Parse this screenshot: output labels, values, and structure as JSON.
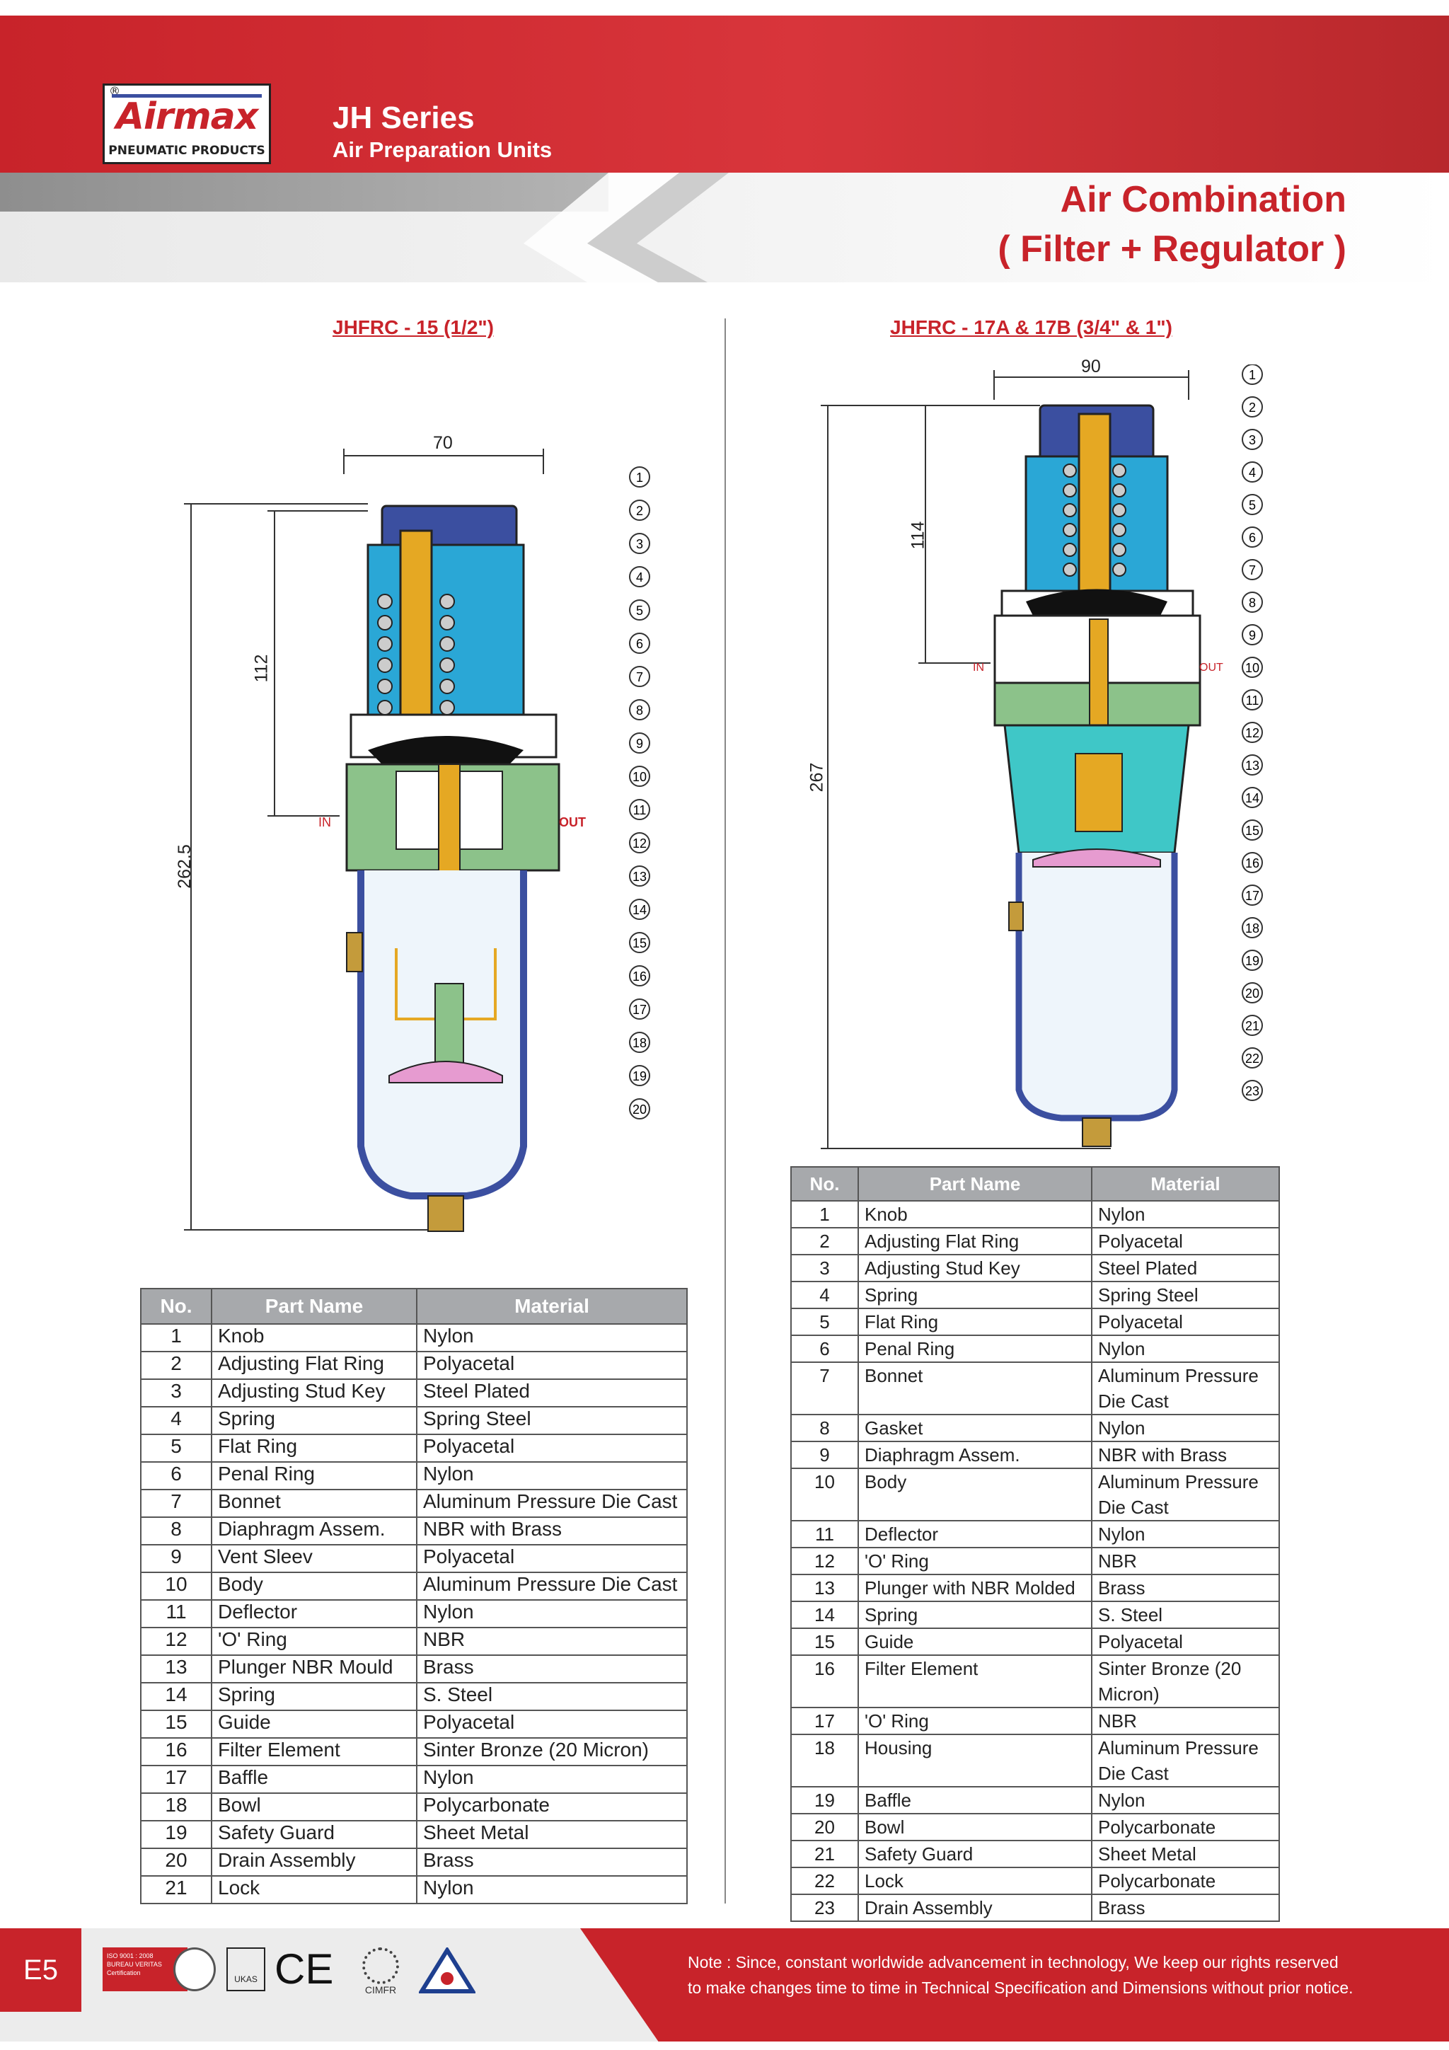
{
  "header": {
    "brand": "Airmax",
    "brand_sub": "PNEUMATIC PRODUCTS",
    "reg_mark": "®",
    "series": "JH Series",
    "series_sub": "Air Preparation Units",
    "title_line1": "Air Combination",
    "title_line2": "( Filter + Regulator )"
  },
  "left": {
    "model": "JHFRC - 15 (1/2\")",
    "dims": {
      "width": "70",
      "inner_height": "112",
      "total_height": "262.5"
    },
    "ports": {
      "in": "IN",
      "out": "OUT"
    },
    "columns": [
      "No.",
      "Part Name",
      "Material"
    ],
    "rows": [
      [
        "1",
        "Knob",
        "Nylon"
      ],
      [
        "2",
        "Adjusting Flat Ring",
        "Polyacetal"
      ],
      [
        "3",
        "Adjusting Stud Key",
        "Steel Plated"
      ],
      [
        "4",
        "Spring",
        "Spring Steel"
      ],
      [
        "5",
        "Flat Ring",
        "Polyacetal"
      ],
      [
        "6",
        "Penal Ring",
        "Nylon"
      ],
      [
        "7",
        "Bonnet",
        "Aluminum Pressure Die Cast"
      ],
      [
        "8",
        "Diaphragm Assem.",
        "NBR with Brass"
      ],
      [
        "9",
        "Vent Sleev",
        "Polyacetal"
      ],
      [
        "10",
        "Body",
        "Aluminum Pressure Die Cast"
      ],
      [
        "11",
        "Deflector",
        "Nylon"
      ],
      [
        "12",
        "'O' Ring",
        "NBR"
      ],
      [
        "13",
        "Plunger NBR Mould",
        "Brass"
      ],
      [
        "14",
        "Spring",
        "S. Steel"
      ],
      [
        "15",
        "Guide",
        "Polyacetal"
      ],
      [
        "16",
        "Filter Element",
        "Sinter Bronze (20 Micron)"
      ],
      [
        "17",
        "Baffle",
        "Nylon"
      ],
      [
        "18",
        "Bowl",
        "Polycarbonate"
      ],
      [
        "19",
        "Safety Guard",
        "Sheet Metal"
      ],
      [
        "20",
        "Drain Assembly",
        "Brass"
      ],
      [
        "21",
        "Lock",
        "Nylon"
      ]
    ]
  },
  "right": {
    "model": "JHFRC - 17A & 17B (3/4\" & 1\")",
    "dims": {
      "width": "90",
      "inner_height": "114",
      "total_height": "267"
    },
    "ports": {
      "in": "IN",
      "out": "OUT"
    },
    "columns": [
      "No.",
      "Part Name",
      "Material"
    ],
    "rows": [
      [
        "1",
        "Knob",
        "Nylon"
      ],
      [
        "2",
        "Adjusting Flat Ring",
        "Polyacetal"
      ],
      [
        "3",
        "Adjusting Stud Key",
        "Steel Plated"
      ],
      [
        "4",
        "Spring",
        "Spring Steel"
      ],
      [
        "5",
        "Flat Ring",
        "Polyacetal"
      ],
      [
        "6",
        "Penal Ring",
        "Nylon"
      ],
      [
        "7",
        "Bonnet",
        "Aluminum Pressure Die Cast"
      ],
      [
        "8",
        "Gasket",
        "Nylon"
      ],
      [
        "9",
        "Diaphragm Assem.",
        "NBR with Brass"
      ],
      [
        "10",
        "Body",
        "Aluminum Pressure Die Cast"
      ],
      [
        "11",
        "Deflector",
        "Nylon"
      ],
      [
        "12",
        "'O' Ring",
        "NBR"
      ],
      [
        "13",
        "Plunger with NBR Molded",
        "Brass"
      ],
      [
        "14",
        "Spring",
        "S. Steel"
      ],
      [
        "15",
        "Guide",
        "Polyacetal"
      ],
      [
        "16",
        "Filter Element",
        "Sinter Bronze (20 Micron)"
      ],
      [
        "17",
        "'O' Ring",
        "NBR"
      ],
      [
        "18",
        "Housing",
        "Aluminum Pressure Die Cast"
      ],
      [
        "19",
        "Baffle",
        "Nylon"
      ],
      [
        "20",
        "Bowl",
        "Polycarbonate"
      ],
      [
        "21",
        "Safety Guard",
        "Sheet Metal"
      ],
      [
        "22",
        "Lock",
        "Polycarbonate"
      ],
      [
        "23",
        "Drain Assembly",
        "Brass"
      ]
    ]
  },
  "footer": {
    "page": "E5",
    "note_line1": "Note : Since, constant worldwide advancement in technology, We keep  our rights reserved",
    "note_line2": "to make changes time to time in Technical Specification and Dimensions without prior notice.",
    "cert_iso": "ISO 9001 : 2008",
    "cert_bv": "BUREAU VERITAS",
    "cert_text": "Certification",
    "ukas": "UKAS",
    "ce": "CE",
    "cimfr": "CIMFR"
  },
  "colors": {
    "brand_red": "#c8232a",
    "header_grey": "#a7a9ac",
    "diagram_blue": "#3b4fa0",
    "diagram_cyan": "#2aa7d6",
    "diagram_green": "#8cc28a",
    "diagram_gold": "#e5a823"
  }
}
